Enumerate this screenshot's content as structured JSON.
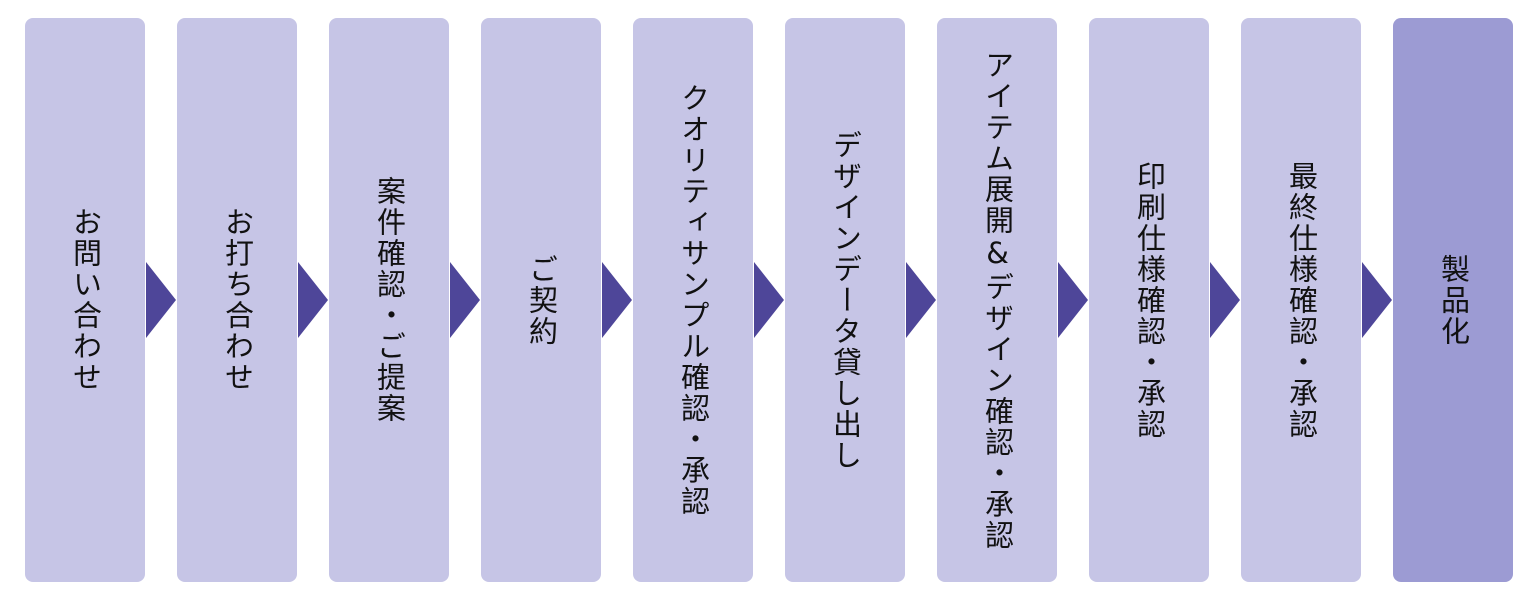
{
  "steps": [
    {
      "label": "お問い合わせ"
    },
    {
      "label": "お打ち合わせ"
    },
    {
      "label": "案件確認・ご提案"
    },
    {
      "label": "ご契約"
    },
    {
      "label": "クオリティサンプル確認・承認"
    },
    {
      "label": "デザインデータ貸し出し"
    },
    {
      "label": "アイテム展開&デザイン確認・承認"
    },
    {
      "label": "印刷仕様確認・承認"
    },
    {
      "label": "最終仕様確認・承認"
    },
    {
      "label": "製品化"
    }
  ],
  "colors": {
    "step_fill": "#c6c5e6",
    "final_step_fill": "#9c9bd3",
    "arrow": "#4e4699",
    "text": "#111111"
  }
}
